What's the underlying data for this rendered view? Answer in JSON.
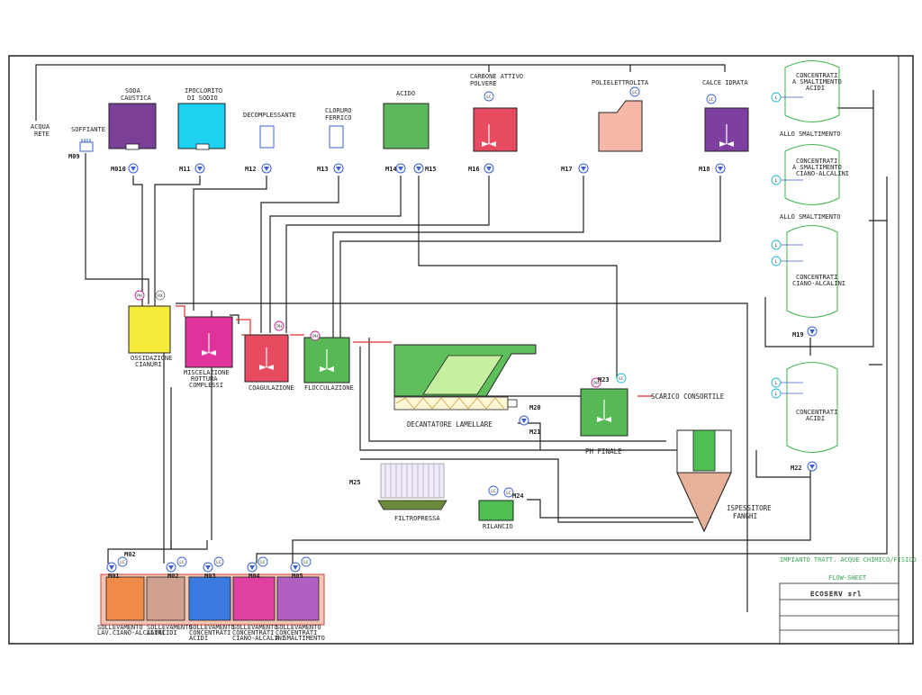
{
  "colors": {
    "soda": "#7b3f98",
    "ipoclorito": "#1fd1f0",
    "acido": "#5cb85c",
    "carbone": "#e84a5f",
    "polielettrolita": "#f5b7a6",
    "calce": "#7e3fa0",
    "ossidazione": "#f5ec3a",
    "miscelazione": "#e0329a",
    "coagulazione": "#e84a5f",
    "flocculazione": "#56b956",
    "decantatore": "#5fbf5a",
    "tank_outline": "#3cb34a",
    "pit1": "#f08a4a",
    "pit2": "#cfa090",
    "pit3": "#3a7be0",
    "pit4": "#e040a0",
    "pit5": "#b060c0"
  },
  "icons": {
    "pump": "pump-icon",
    "mixer": "mixer-icon",
    "level": "level-controller-icon"
  },
  "labels": {
    "acqua_rete": [
      "ACQUA",
      "RETE"
    ],
    "soffiante": "SOFFIANTE",
    "soda": [
      "SODA",
      "CAUSTICA"
    ],
    "ipoclorito": [
      "IPOCLORITO",
      "DI SODIO"
    ],
    "decomplessante": "DECOMPLESSANTE",
    "cloruro": [
      "CLORURO",
      "FERRICO"
    ],
    "acido": "ACIDO",
    "carbone": [
      "CARBONE ATTIVO",
      "POLVERE"
    ],
    "polielettrolita": "POLIELETTROLITA",
    "calce": "CALCE IDRATA",
    "conc_acidi_smalt": [
      "CONCENTRATI",
      "A SMALTIMENTO",
      "ACIDI"
    ],
    "allo_smalt_1": "ALLO SMALTIMENTO",
    "conc_cianoalc_smalt": [
      "CONCENTRATI",
      "A SMALTIMENTO",
      "CIANO-ALCALINI"
    ],
    "allo_smalt_2": "ALLO SMALTIMENTO",
    "conc_cianoalc": [
      "CONCENTRATI",
      "CIANO-ALCALINI"
    ],
    "conc_acidi": [
      "CONCENTRATI",
      "ACIDI"
    ],
    "ossidazione": [
      "OSSIDAZIONE",
      "CIANURI"
    ],
    "miscelazione": [
      "MISCELAZIONE",
      "ROTTURA",
      "COMPLESSI"
    ],
    "coagulazione": "COAGULAZIONE",
    "flocculazione": "FLOCCULAZIONE",
    "decantatore": "DECANTATORE LAMELLARE",
    "scarico": "SCARICO CONSORTILE",
    "ph_finale": "PH FINALE",
    "ispessitore": [
      "ISPESSITORE",
      "FANGHI"
    ],
    "filtropressa": "FILTROPRESSA",
    "rilancio": "RILANCIO",
    "pit1": [
      "SOLLEVAMENTO",
      "LAV.CIANO-ALCALINI"
    ],
    "pit2": [
      "SOLLEVAMENTO",
      "LAVACIDI"
    ],
    "pit3": [
      "SOLLEVAMENTO",
      "CONCENTRATI",
      "ACIDI"
    ],
    "pit4": [
      "SOLLEVAMENTO",
      "CONCENTRATI",
      "CIANO-ALCALINI"
    ],
    "pit5": [
      "SOLLEVAMENTO",
      "CONCENTRATI",
      "A SMALTIMENTO"
    ]
  },
  "tags": {
    "m09": "M09",
    "m010": "M010",
    "m11": "M11",
    "m12": "M12",
    "m13": "M13",
    "m14": "M14",
    "m15": "M15",
    "m16": "M16",
    "m17": "M17",
    "m18": "M18",
    "m19": "M19",
    "m20": "M20",
    "m21": "M21",
    "m22": "M22",
    "m23": "M23",
    "m24": "M24",
    "m25": "M25",
    "m01": "M01",
    "m02": "M02",
    "m02b": "M02",
    "m03": "M03",
    "m04": "M04",
    "m05": "M05"
  },
  "instr": {
    "lc": "LC",
    "ph": "PH",
    "rx": "RX"
  },
  "title_block": {
    "project": "IMPIANTO TRATT. ACQUE CHIMICO/FISICO",
    "sheet": "FLOW-SHEET",
    "company": "ECOSERV srl"
  }
}
